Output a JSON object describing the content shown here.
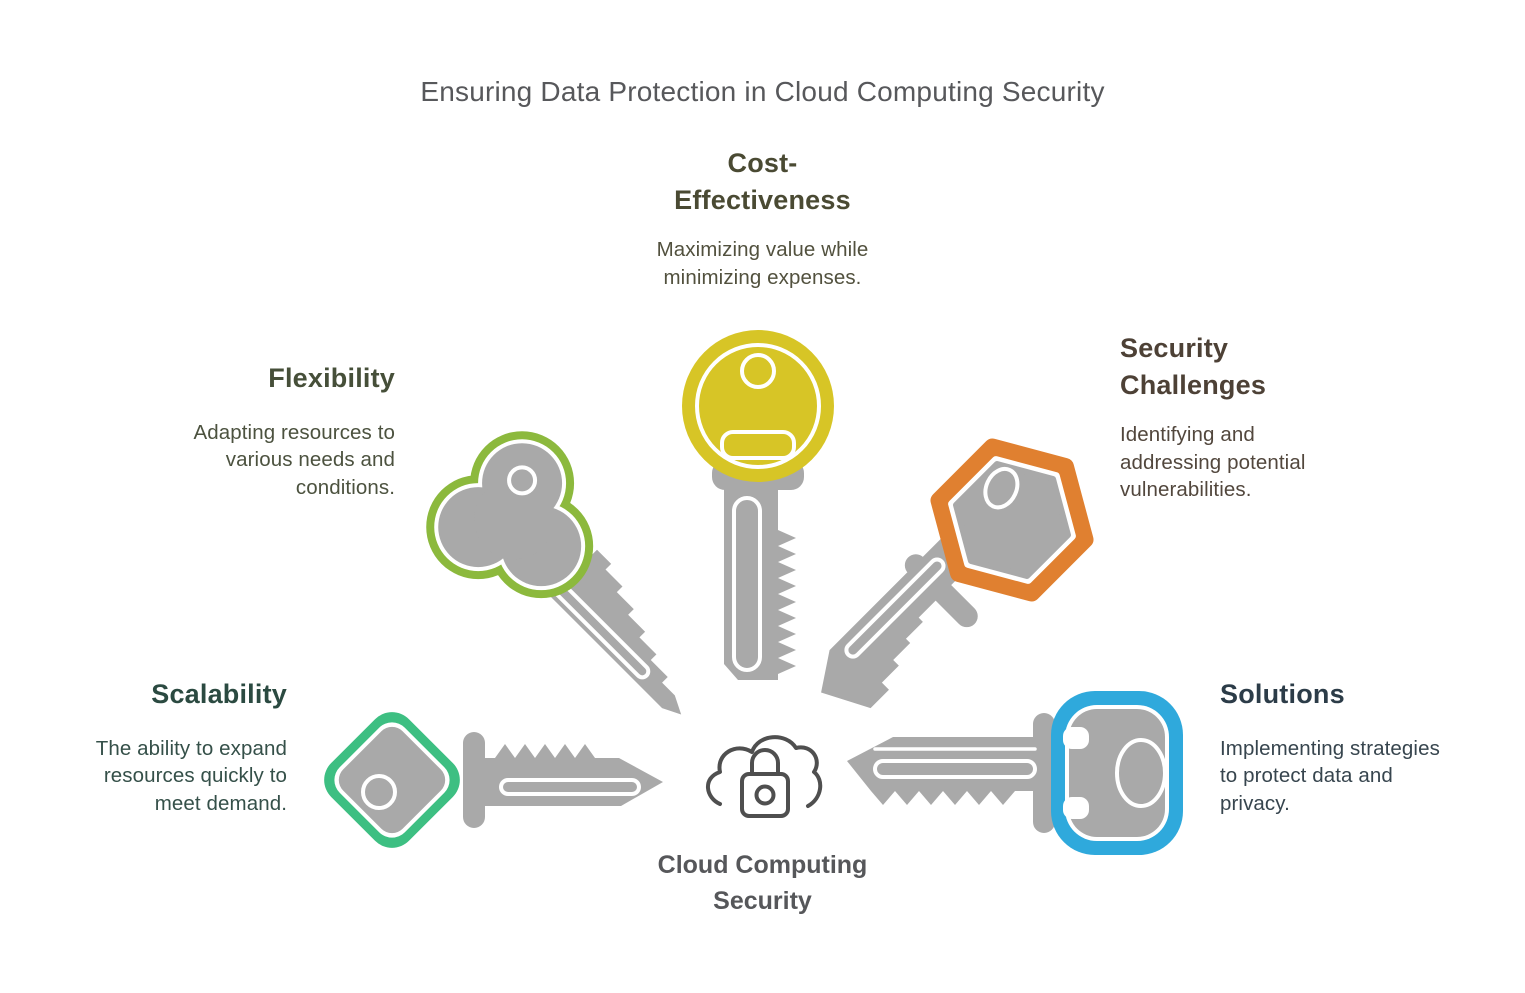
{
  "title": "Ensuring Data Protection in Cloud Computing Security",
  "center": {
    "heading": "Cloud Computing\nSecurity",
    "icon": "cloud-lock-icon"
  },
  "items": [
    {
      "id": "cost-effectiveness",
      "heading": "Cost-\nEffectiveness",
      "description": "Maximizing value while\nminimizing expenses.",
      "accent": "#d7c526",
      "heading_color": "#4a4a33",
      "description_color": "#52513e",
      "icon": "cost-effectiveness-key-icon",
      "key_head_shape": "round",
      "position": "top"
    },
    {
      "id": "flexibility",
      "heading": "Flexibility",
      "description": "Adapting resources to\nvarious needs and\nconditions.",
      "accent": "#8cb93d",
      "heading_color": "#464f39",
      "description_color": "#4c523f",
      "icon": "flexibility-key-icon",
      "key_head_shape": "clover",
      "position": "upper-left"
    },
    {
      "id": "scalability",
      "heading": "Scalability",
      "description": "The ability to expand\nresources quickly to\nmeet demand.",
      "accent": "#3dbf82",
      "heading_color": "#2b4a41",
      "description_color": "#355049",
      "icon": "scalability-key-icon",
      "key_head_shape": "diamond",
      "position": "lower-left"
    },
    {
      "id": "security-challenges",
      "heading": "Security\nChallenges",
      "description": "Identifying and\naddressing potential\nvulnerabilities.",
      "accent": "#e08030",
      "heading_color": "#4d4136",
      "description_color": "#52473d",
      "icon": "security-challenges-key-icon",
      "key_head_shape": "hexagon",
      "position": "upper-right"
    },
    {
      "id": "solutions",
      "heading": "Solutions",
      "description": "Implementing strategies\nto protect data and\nprivacy.",
      "accent": "#2fa9dc",
      "heading_color": "#2c3c48",
      "description_color": "#37454e",
      "icon": "solutions-key-icon",
      "key_head_shape": "rounded-square",
      "position": "lower-right"
    }
  ],
  "colors": {
    "key_gray": "#a9a9a9",
    "icon_stroke": "#4f4f4f",
    "title_text": "#57585b",
    "center_text": "#56575a",
    "background": "#ffffff"
  }
}
